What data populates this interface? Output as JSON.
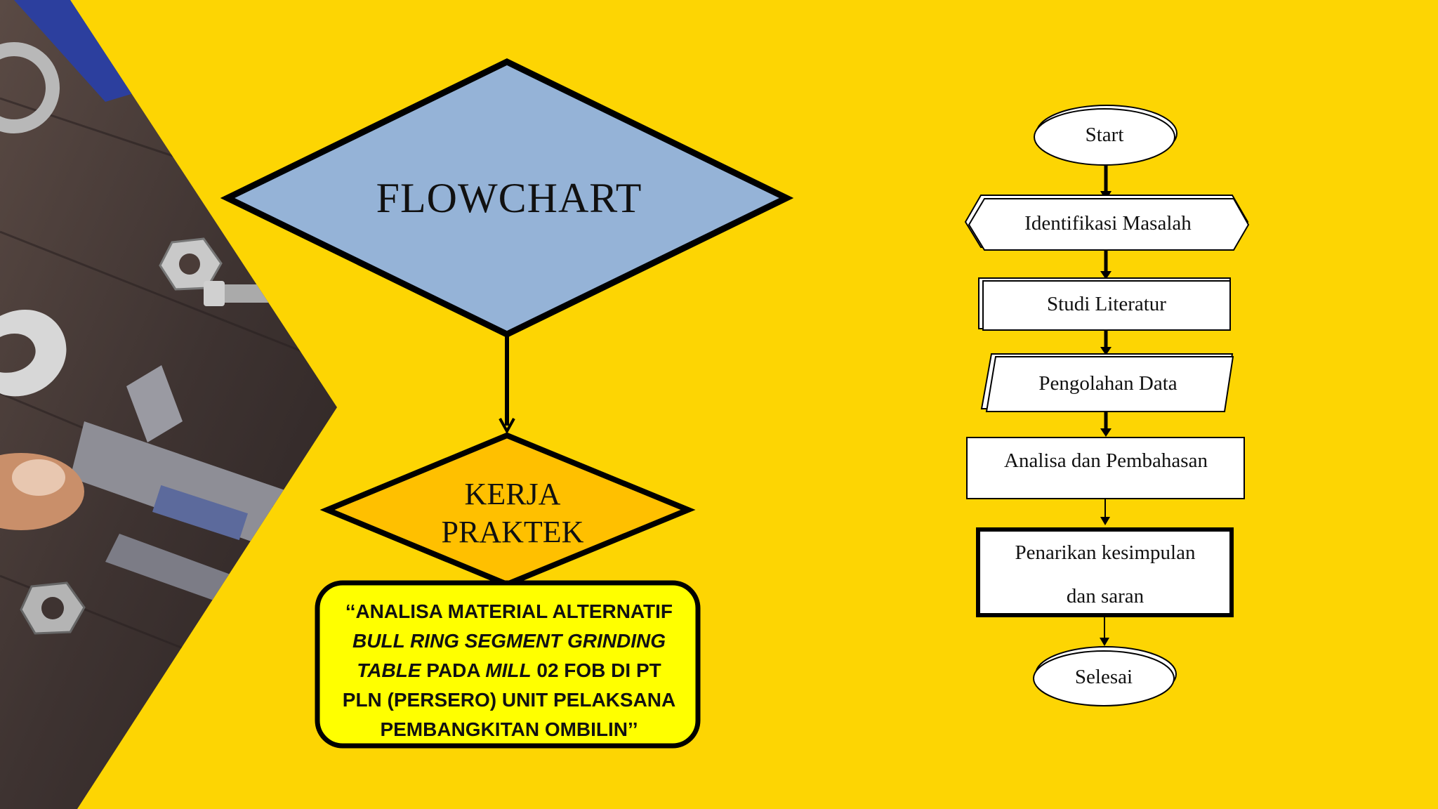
{
  "title": "FLOWCHART",
  "subject_lines": [
    "KERJA",
    "PRAKTEK"
  ],
  "callout": {
    "lines": [
      [
        {
          "t": "‘‘ANALISA MATERIAL ALTERNATIF",
          "i": false
        }
      ],
      [
        {
          "t": "BULL RING SEGMENT GRINDING",
          "i": true
        }
      ],
      [
        {
          "t": "TABLE",
          "i": true
        },
        {
          "t": " PADA ",
          "i": false
        },
        {
          "t": "MILL",
          "i": true
        },
        {
          "t": " 02 FOB DI PT",
          "i": false
        }
      ],
      [
        {
          "t": "PLN (PERSERO) UNIT PELAKSANA",
          "i": false
        }
      ],
      [
        {
          "t": "PEMBANGKITAN OMBILIN’’",
          "i": false
        }
      ]
    ]
  },
  "flow_steps": [
    {
      "label": "Start",
      "shape": "oval"
    },
    {
      "label": "Identifikasi Masalah",
      "shape": "hexagon"
    },
    {
      "label": "Studi Literatur",
      "shape": "rectangle"
    },
    {
      "label": "Pengolahan Data",
      "shape": "parallelogram"
    },
    {
      "label": "Analisa dan Pembahasan",
      "shape": "rectangle"
    },
    {
      "label_lines": [
        "Penarikan kesimpulan",
        "dan saran"
      ],
      "shape": "thick-rectangle"
    },
    {
      "label": "Selesai",
      "shape": "oval"
    }
  ],
  "colors": {
    "background": "#FDD503",
    "diamond_title": "#95B3D7",
    "diamond_subject": "#FFC000",
    "callout_fill": "#FFFF00",
    "shape_fill": "#FFFFFF",
    "stroke": "#000000"
  },
  "background_photo": "workshop-tools-photo"
}
